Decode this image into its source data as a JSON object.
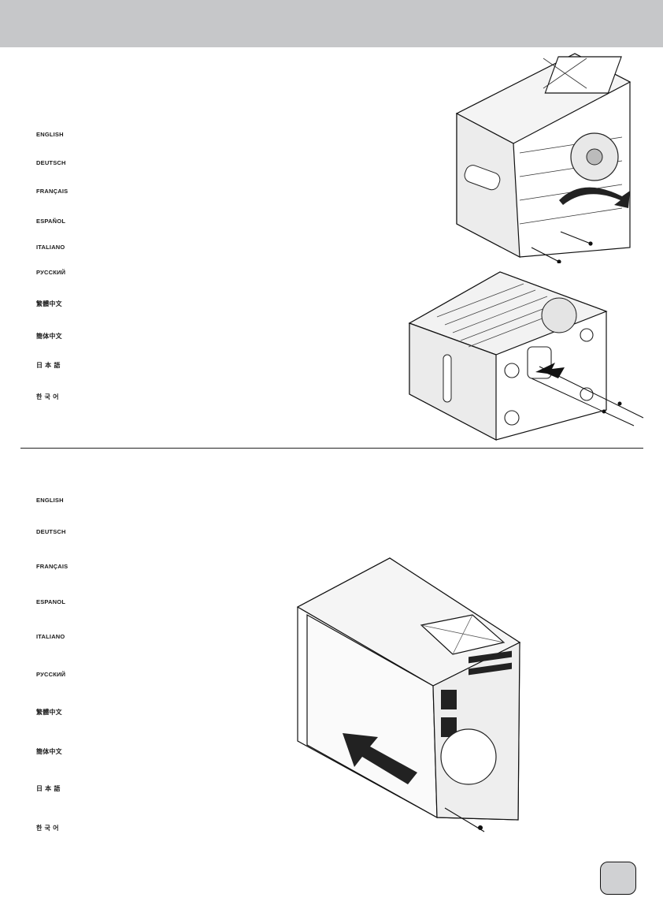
{
  "section1": {
    "languages": [
      "ENGLISH",
      "DEUTSCH",
      "FRANÇAIS",
      "ESPAÑOL",
      "ITALIANO",
      "РУССКИЙ",
      "繁體中文",
      "簡体中文",
      "日 本 語",
      "한 국 어"
    ]
  },
  "section2": {
    "languages": [
      "ENGLISH",
      "DEUTSCH",
      "FRANÇAIS",
      "ESPANOL",
      "ITALIANO",
      "РУССКИЙ",
      "繁體中文",
      "簡体中文",
      "日 本 語",
      "한 국 어"
    ]
  }
}
